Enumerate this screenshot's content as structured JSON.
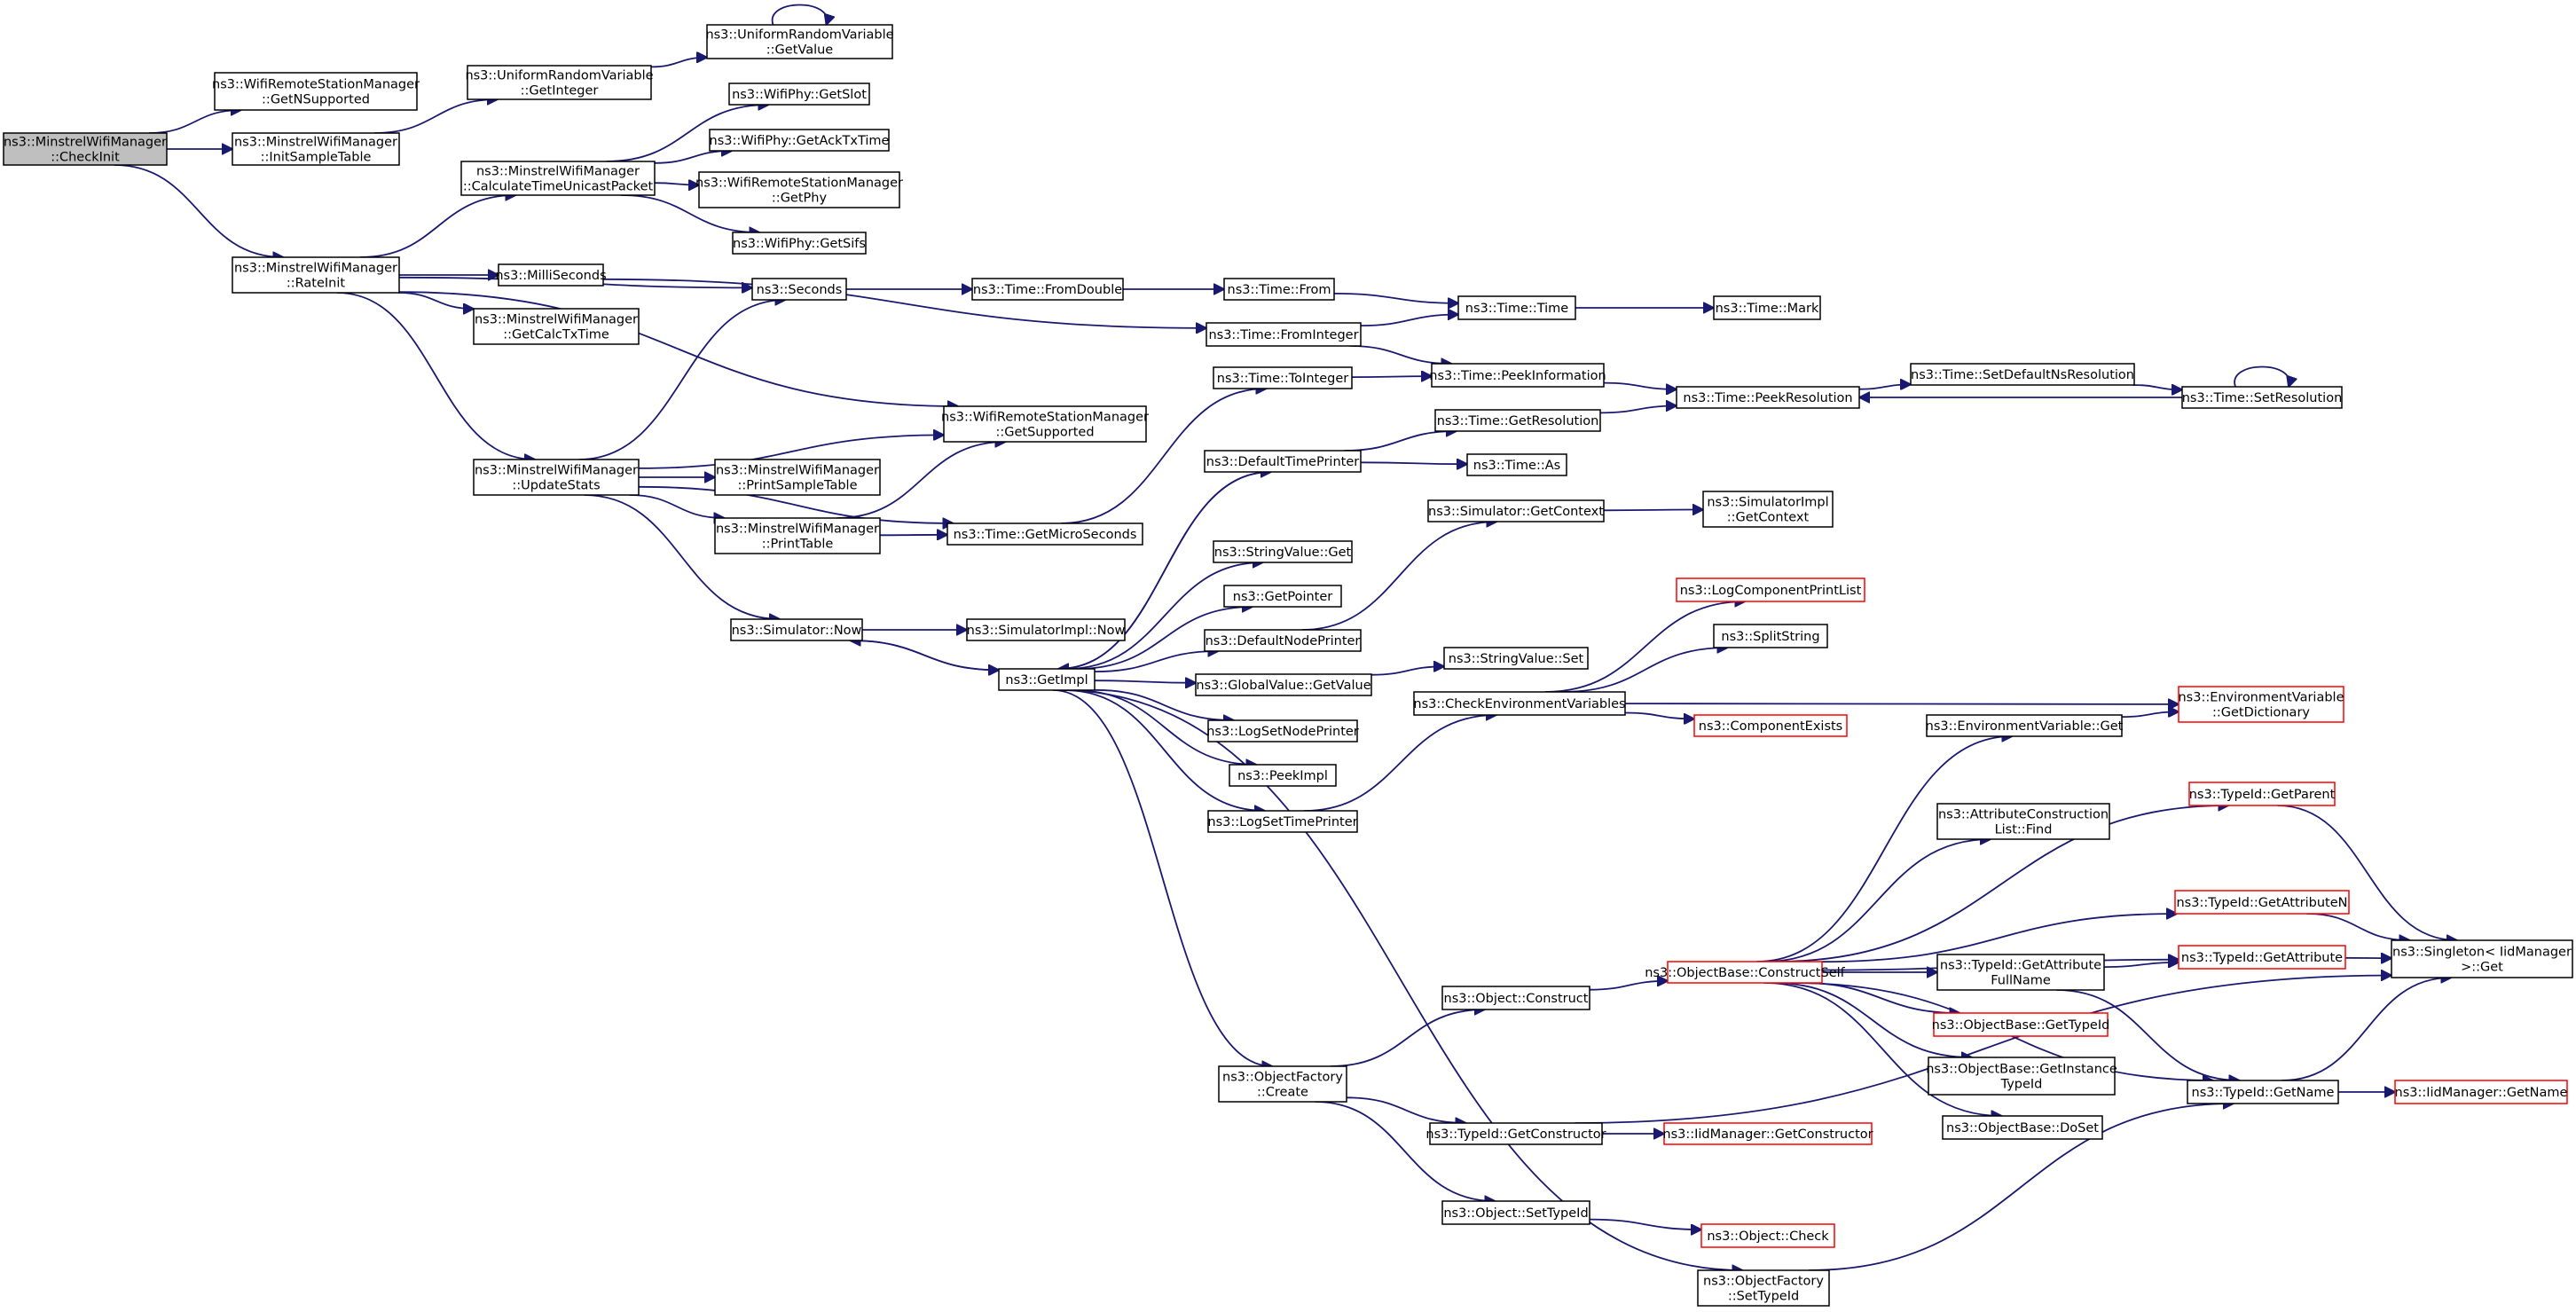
{
  "graph": {
    "nodes": [
      {
        "id": "root",
        "lines": [
          "ns3::MinstrelWifiManager",
          "::CheckInit"
        ],
        "style": "root"
      },
      {
        "id": "getNSupported",
        "lines": [
          "ns3::WifiRemoteStationManager",
          "::GetNSupported"
        ]
      },
      {
        "id": "initSampleTable",
        "lines": [
          "ns3::MinstrelWifiManager",
          "::InitSampleTable"
        ]
      },
      {
        "id": "rateInit",
        "lines": [
          "ns3::MinstrelWifiManager",
          "::RateInit"
        ]
      },
      {
        "id": "urvGetInteger",
        "lines": [
          "ns3::UniformRandomVariable",
          "::GetInteger"
        ]
      },
      {
        "id": "urvGetValue",
        "lines": [
          "ns3::UniformRandomVariable",
          "::GetValue"
        ]
      },
      {
        "id": "calcTime",
        "lines": [
          "ns3::MinstrelWifiManager",
          "::CalculateTimeUnicastPacket"
        ]
      },
      {
        "id": "milliSeconds",
        "lines": [
          "ns3::MilliSeconds"
        ]
      },
      {
        "id": "getCalcTxTime",
        "lines": [
          "ns3::MinstrelWifiManager",
          "::GetCalcTxTime"
        ]
      },
      {
        "id": "seconds",
        "lines": [
          "ns3::Seconds"
        ]
      },
      {
        "id": "wrsmGetSupported",
        "lines": [
          "ns3::WifiRemoteStationManager",
          "::GetSupported"
        ]
      },
      {
        "id": "updateStats",
        "lines": [
          "ns3::MinstrelWifiManager",
          "::UpdateStats"
        ]
      },
      {
        "id": "getSlot",
        "lines": [
          "ns3::WifiPhy::GetSlot"
        ]
      },
      {
        "id": "getAckTxTime",
        "lines": [
          "ns3::WifiPhy::GetAckTxTime"
        ]
      },
      {
        "id": "wrsmGetPhy",
        "lines": [
          "ns3::WifiRemoteStationManager",
          "::GetPhy"
        ]
      },
      {
        "id": "getSifs",
        "lines": [
          "ns3::WifiPhy::GetSifs"
        ]
      },
      {
        "id": "printSampleTable",
        "lines": [
          "ns3::MinstrelWifiManager",
          "::PrintSampleTable"
        ]
      },
      {
        "id": "printTable",
        "lines": [
          "ns3::MinstrelWifiManager",
          "::PrintTable"
        ]
      },
      {
        "id": "getMicroSeconds",
        "lines": [
          "ns3::Time::GetMicroSeconds"
        ]
      },
      {
        "id": "simNow",
        "lines": [
          "ns3::Simulator::Now"
        ]
      },
      {
        "id": "simImplNow",
        "lines": [
          "ns3::SimulatorImpl::Now"
        ]
      },
      {
        "id": "getImpl",
        "lines": [
          "ns3::GetImpl"
        ]
      },
      {
        "id": "fromDouble",
        "lines": [
          "ns3::Time::FromDouble"
        ]
      },
      {
        "id": "timeFrom",
        "lines": [
          "ns3::Time::From"
        ]
      },
      {
        "id": "fromInteger",
        "lines": [
          "ns3::Time::FromInteger"
        ]
      },
      {
        "id": "toInteger",
        "lines": [
          "ns3::Time::ToInteger"
        ]
      },
      {
        "id": "defaultTimePrinter",
        "lines": [
          "ns3::DefaultTimePrinter"
        ]
      },
      {
        "id": "stringValueGet",
        "lines": [
          "ns3::StringValue::Get"
        ]
      },
      {
        "id": "getPointer",
        "lines": [
          "ns3::GetPointer"
        ]
      },
      {
        "id": "defaultNodePrinter",
        "lines": [
          "ns3::DefaultNodePrinter"
        ]
      },
      {
        "id": "globalValueGetValue",
        "lines": [
          "ns3::GlobalValue::GetValue"
        ]
      },
      {
        "id": "logSetNodePrinter",
        "lines": [
          "ns3::LogSetNodePrinter"
        ]
      },
      {
        "id": "peekImpl",
        "lines": [
          "ns3::PeekImpl"
        ]
      },
      {
        "id": "logSetTimePrinter",
        "lines": [
          "ns3::LogSetTimePrinter"
        ]
      },
      {
        "id": "objectFactoryCreate",
        "lines": [
          "ns3::ObjectFactory",
          "::Create"
        ]
      },
      {
        "id": "timeTime",
        "lines": [
          "ns3::Time::Time"
        ]
      },
      {
        "id": "timeMark",
        "lines": [
          "ns3::Time::Mark"
        ]
      },
      {
        "id": "peekInformation",
        "lines": [
          "ns3::Time::PeekInformation"
        ]
      },
      {
        "id": "getResolution",
        "lines": [
          "ns3::Time::GetResolution"
        ]
      },
      {
        "id": "timeAs",
        "lines": [
          "ns3::Time::As"
        ]
      },
      {
        "id": "simGetContext",
        "lines": [
          "ns3::Simulator::GetContext"
        ]
      },
      {
        "id": "simImplGetContext",
        "lines": [
          "ns3::SimulatorImpl",
          "::GetContext"
        ]
      },
      {
        "id": "peekResolution",
        "lines": [
          "ns3::Time::PeekResolution"
        ]
      },
      {
        "id": "setDefaultNsResolution",
        "lines": [
          "ns3::Time::SetDefaultNsResolution"
        ]
      },
      {
        "id": "setResolution",
        "lines": [
          "ns3::Time::SetResolution"
        ]
      },
      {
        "id": "logComponentPrintList",
        "lines": [
          "ns3::LogComponentPrintList"
        ],
        "style": "trunc"
      },
      {
        "id": "splitString",
        "lines": [
          "ns3::SplitString"
        ]
      },
      {
        "id": "stringValueSet",
        "lines": [
          "ns3::StringValue::Set"
        ]
      },
      {
        "id": "checkEnvVars",
        "lines": [
          "ns3::CheckEnvironmentVariables"
        ]
      },
      {
        "id": "componentExists",
        "lines": [
          "ns3::ComponentExists"
        ],
        "style": "trunc"
      },
      {
        "id": "envVarGet",
        "lines": [
          "ns3::EnvironmentVariable::Get"
        ]
      },
      {
        "id": "envVarGetDictionary",
        "lines": [
          "ns3::EnvironmentVariable",
          "::GetDictionary"
        ],
        "style": "trunc"
      },
      {
        "id": "typeIdGetParent",
        "lines": [
          "ns3::TypeId::GetParent"
        ],
        "style": "trunc"
      },
      {
        "id": "attrConstructionListFind",
        "lines": [
          "ns3::AttributeConstruction",
          "List::Find"
        ]
      },
      {
        "id": "typeIdGetAttributeN",
        "lines": [
          "ns3::TypeId::GetAttributeN"
        ],
        "style": "trunc"
      },
      {
        "id": "typeIdGetAttribute",
        "lines": [
          "ns3::TypeId::GetAttribute"
        ],
        "style": "trunc"
      },
      {
        "id": "objectBaseConstructSelf",
        "lines": [
          "ns3::ObjectBase::ConstructSelf"
        ],
        "style": "trunc"
      },
      {
        "id": "typeIdGetAttributeFullName",
        "lines": [
          "ns3::TypeId::GetAttribute",
          "FullName"
        ]
      },
      {
        "id": "objectBaseGetTypeId",
        "lines": [
          "ns3::ObjectBase::GetTypeId"
        ],
        "style": "trunc"
      },
      {
        "id": "objectBaseGetInstanceTypeId",
        "lines": [
          "ns3::ObjectBase::GetInstance",
          "TypeId"
        ]
      },
      {
        "id": "objectBaseDoSet",
        "lines": [
          "ns3::ObjectBase::DoSet"
        ]
      },
      {
        "id": "singletonGet",
        "lines": [
          "ns3::Singleton< IidManager",
          " >::Get"
        ]
      },
      {
        "id": "objectConstruct",
        "lines": [
          "ns3::Object::Construct"
        ]
      },
      {
        "id": "typeIdGetName",
        "lines": [
          "ns3::TypeId::GetName"
        ]
      },
      {
        "id": "iidManagerGetName",
        "lines": [
          "ns3::IidManager::GetName"
        ],
        "style": "trunc"
      },
      {
        "id": "typeIdGetConstructor",
        "lines": [
          "ns3::TypeId::GetConstructor"
        ]
      },
      {
        "id": "iidManagerGetConstructor",
        "lines": [
          "ns3::IidManager::GetConstructor"
        ],
        "style": "trunc"
      },
      {
        "id": "objectSetTypeId",
        "lines": [
          "ns3::Object::SetTypeId"
        ]
      },
      {
        "id": "objectCheck",
        "lines": [
          "ns3::Object::Check"
        ],
        "style": "trunc"
      },
      {
        "id": "objectFactorySetTypeId",
        "lines": [
          "ns3::ObjectFactory",
          "::SetTypeId"
        ]
      }
    ],
    "edges": [
      [
        "root",
        "getNSupported"
      ],
      [
        "root",
        "initSampleTable"
      ],
      [
        "root",
        "rateInit"
      ],
      [
        "initSampleTable",
        "urvGetInteger"
      ],
      [
        "urvGetInteger",
        "urvGetValue"
      ],
      [
        "urvGetValue",
        "urvGetValue"
      ],
      [
        "rateInit",
        "calcTime"
      ],
      [
        "rateInit",
        "milliSeconds"
      ],
      [
        "rateInit",
        "getCalcTxTime"
      ],
      [
        "rateInit",
        "seconds"
      ],
      [
        "rateInit",
        "wrsmGetSupported"
      ],
      [
        "rateInit",
        "updateStats"
      ],
      [
        "calcTime",
        "getSlot"
      ],
      [
        "calcTime",
        "getAckTxTime"
      ],
      [
        "calcTime",
        "wrsmGetPhy"
      ],
      [
        "calcTime",
        "getSifs"
      ],
      [
        "milliSeconds",
        "fromInteger"
      ],
      [
        "seconds",
        "fromDouble"
      ],
      [
        "fromDouble",
        "timeFrom"
      ],
      [
        "timeFrom",
        "timeTime"
      ],
      [
        "fromInteger",
        "timeTime"
      ],
      [
        "fromInteger",
        "peekInformation"
      ],
      [
        "timeTime",
        "timeMark"
      ],
      [
        "updateStats",
        "seconds"
      ],
      [
        "updateStats",
        "wrsmGetSupported"
      ],
      [
        "updateStats",
        "printSampleTable"
      ],
      [
        "updateStats",
        "printTable"
      ],
      [
        "updateStats",
        "getMicroSeconds"
      ],
      [
        "updateStats",
        "simNow"
      ],
      [
        "printTable",
        "wrsmGetSupported"
      ],
      [
        "printTable",
        "getMicroSeconds"
      ],
      [
        "getMicroSeconds",
        "toInteger"
      ],
      [
        "toInteger",
        "peekInformation"
      ],
      [
        "simNow",
        "simImplNow"
      ],
      [
        "simNow",
        "getImpl"
      ],
      [
        "getImpl",
        "simNow"
      ],
      [
        "getImpl",
        "defaultTimePrinter"
      ],
      [
        "getImpl",
        "stringValueGet"
      ],
      [
        "getImpl",
        "getPointer"
      ],
      [
        "getImpl",
        "defaultNodePrinter"
      ],
      [
        "getImpl",
        "globalValueGetValue"
      ],
      [
        "getImpl",
        "logSetNodePrinter"
      ],
      [
        "getImpl",
        "peekImpl"
      ],
      [
        "getImpl",
        "logSetTimePrinter"
      ],
      [
        "getImpl",
        "objectFactoryCreate"
      ],
      [
        "getImpl",
        "objectFactorySetTypeId"
      ],
      [
        "defaultTimePrinter",
        "getImpl"
      ],
      [
        "defaultTimePrinter",
        "getResolution"
      ],
      [
        "defaultTimePrinter",
        "timeAs"
      ],
      [
        "defaultNodePrinter",
        "simGetContext"
      ],
      [
        "simGetContext",
        "simImplGetContext"
      ],
      [
        "globalValueGetValue",
        "stringValueSet"
      ],
      [
        "logSetTimePrinter",
        "checkEnvVars"
      ],
      [
        "peekInformation",
        "peekResolution"
      ],
      [
        "getResolution",
        "peekResolution"
      ],
      [
        "peekResolution",
        "setDefaultNsResolution"
      ],
      [
        "setDefaultNsResolution",
        "setResolution"
      ],
      [
        "setResolution",
        "peekResolution"
      ],
      [
        "setResolution",
        "setResolution"
      ],
      [
        "checkEnvVars",
        "logComponentPrintList"
      ],
      [
        "checkEnvVars",
        "splitString"
      ],
      [
        "checkEnvVars",
        "envVarGetDictionary"
      ],
      [
        "checkEnvVars",
        "componentExists"
      ],
      [
        "envVarGet",
        "envVarGetDictionary"
      ],
      [
        "objectFactoryCreate",
        "objectConstruct"
      ],
      [
        "objectFactoryCreate",
        "typeIdGetConstructor"
      ],
      [
        "objectFactoryCreate",
        "objectSetTypeId"
      ],
      [
        "objectConstruct",
        "objectBaseConstructSelf"
      ],
      [
        "objectBaseConstructSelf",
        "envVarGet"
      ],
      [
        "objectBaseConstructSelf",
        "typeIdGetParent"
      ],
      [
        "objectBaseConstructSelf",
        "attrConstructionListFind"
      ],
      [
        "objectBaseConstructSelf",
        "typeIdGetAttributeN"
      ],
      [
        "objectBaseConstructSelf",
        "typeIdGetAttribute"
      ],
      [
        "objectBaseConstructSelf",
        "typeIdGetAttributeFullName"
      ],
      [
        "objectBaseConstructSelf",
        "objectBaseGetTypeId"
      ],
      [
        "objectBaseConstructSelf",
        "objectBaseGetInstanceTypeId"
      ],
      [
        "objectBaseConstructSelf",
        "objectBaseDoSet"
      ],
      [
        "objectBaseConstructSelf",
        "typeIdGetName"
      ],
      [
        "typeIdGetParent",
        "singletonGet"
      ],
      [
        "typeIdGetAttributeN",
        "singletonGet"
      ],
      [
        "typeIdGetAttribute",
        "singletonGet"
      ],
      [
        "typeIdGetAttributeFullName",
        "typeIdGetAttribute"
      ],
      [
        "typeIdGetAttributeFullName",
        "typeIdGetName"
      ],
      [
        "typeIdGetName",
        "singletonGet"
      ],
      [
        "typeIdGetName",
        "iidManagerGetName"
      ],
      [
        "typeIdGetConstructor",
        "iidManagerGetConstructor"
      ],
      [
        "typeIdGetConstructor",
        "singletonGet"
      ],
      [
        "objectSetTypeId",
        "objectCheck"
      ],
      [
        "objectFactorySetTypeId",
        "typeIdGetName"
      ]
    ],
    "colors": {
      "edge": "#191970",
      "node_border": "#000000",
      "truncated_border": "#ff0000",
      "root_fill": "#bfbfbf"
    }
  }
}
